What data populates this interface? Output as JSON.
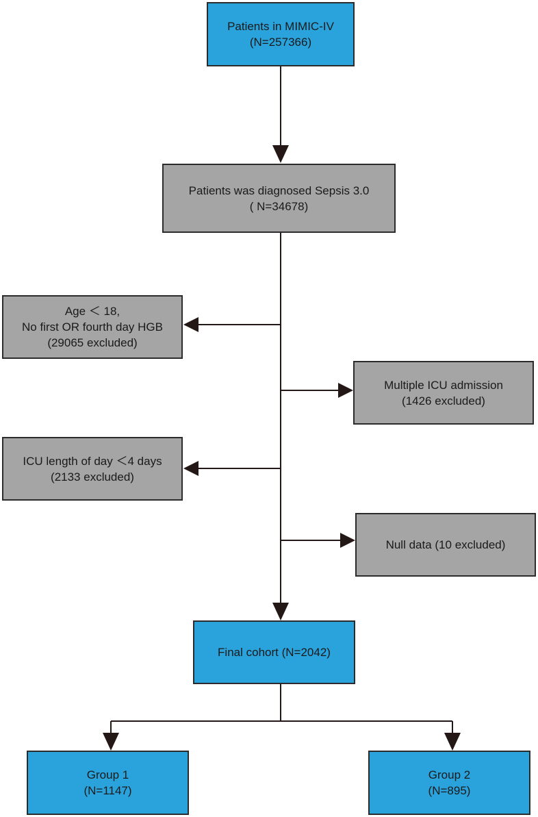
{
  "colors": {
    "primary_box": "#2aa3dd",
    "exclusion_box": "#a5a5a5",
    "line": "#231815"
  },
  "nodes": {
    "mimic": {
      "lines": [
        "Patients in MIMIC-IV",
        "(N=257366)"
      ]
    },
    "sepsis": {
      "lines": [
        "Patients was diagnosed Sepsis 3.0",
        "( N=34678)"
      ]
    },
    "excl_age": {
      "lines": [
        "Age ＜ 18,",
        "No first OR fourth day HGB",
        "(29065 excluded)"
      ]
    },
    "excl_icu_multi": {
      "lines": [
        "Multiple ICU admission",
        "(1426 excluded)"
      ]
    },
    "excl_los": {
      "lines": [
        "ICU length of day ＜4 days",
        "(2133 excluded)"
      ]
    },
    "excl_null": {
      "lines": [
        "Null data (10 excluded)"
      ]
    },
    "final": {
      "lines": [
        "Final cohort (N=2042)"
      ]
    },
    "group1": {
      "lines": [
        "Group 1",
        "(N=1147)"
      ]
    },
    "group2": {
      "lines": [
        "Group 2",
        "(N=895)"
      ]
    }
  }
}
